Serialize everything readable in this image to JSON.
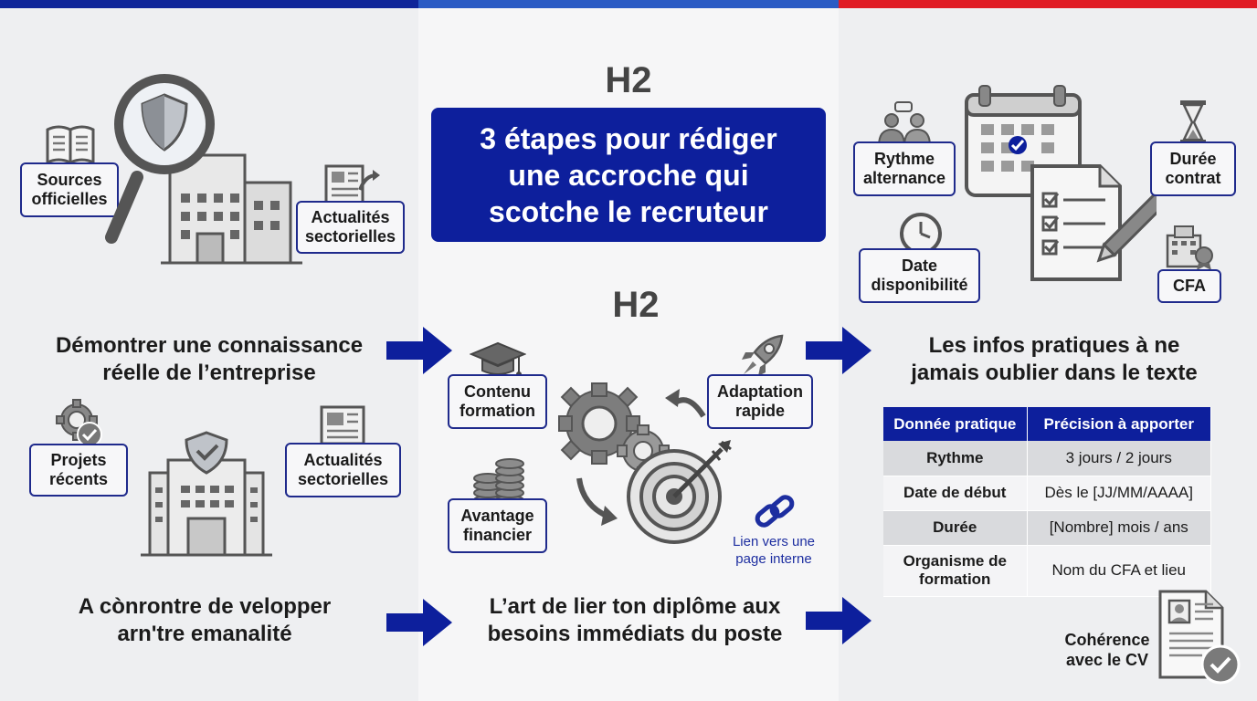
{
  "colors": {
    "navy": "#0d1f9c",
    "blue_bar": "#2a5bc4",
    "red_bar": "#e01b24",
    "dark_bar": "#0f2599"
  },
  "title": {
    "h2_top": "H2",
    "h2_middle": "H2",
    "lines": [
      "3 étapes pour rédiger",
      "une accroche qui",
      "scotche le recruteur"
    ]
  },
  "left": {
    "labels": {
      "sources": [
        "Sources",
        "officielles"
      ],
      "actualites_top": [
        "Actualités",
        "sectorielles"
      ],
      "projets": [
        "Projets",
        "récents"
      ],
      "actualites_bottom": [
        "Actualités",
        "sectorielles"
      ]
    },
    "heading_top": [
      "Démontrer une connaissance",
      "réelle de l’entreprise"
    ],
    "heading_bottom": [
      "A cònrontre de velopper",
      "arn'tre emanalité"
    ],
    "icons": [
      "book-icon",
      "magnifier-shield-icon",
      "building-icon",
      "newspaper-arrow-icon",
      "gear-check-icon",
      "building-shield-icon",
      "newspaper-icon"
    ]
  },
  "middle": {
    "labels": {
      "contenu": [
        "Contenu",
        "formation"
      ],
      "adaptation": [
        "Adaptation",
        "rapide"
      ],
      "avantage": [
        "Avantage",
        "financier"
      ]
    },
    "link_note": [
      "Lien vers une",
      "page interne"
    ],
    "heading_bottom": [
      "L’art de lier ton diplôme aux",
      "besoins immédiats du poste"
    ],
    "icons": [
      "graduation-cap-icon",
      "rocket-icon",
      "coins-icon",
      "gears-target-icon",
      "chain-link-icon"
    ]
  },
  "right": {
    "labels": {
      "rythme": [
        "Rythme",
        "alternance"
      ],
      "duree": [
        "Durée",
        "contrat"
      ],
      "date": [
        "Date",
        "disponibilité"
      ],
      "cfa": [
        "CFA"
      ]
    },
    "heading": [
      "Les infos pratiques à ne",
      "jamais oublier dans le texte"
    ],
    "table": {
      "headers": [
        "Donnée pratique",
        "Précision à apporter"
      ],
      "rows": [
        [
          "Rythme",
          "3 jours / 2 jours"
        ],
        [
          "Date de début",
          "Dès le [JJ/MM/AAAA]"
        ],
        [
          "Durée",
          "[Nombre] mois / ans"
        ],
        [
          "Organisme de formation",
          "Nom du CFA et lieu"
        ]
      ]
    },
    "cv_label": [
      "Cohérence",
      "avec le CV"
    ],
    "icons": [
      "people-icon",
      "calendar-icon",
      "hourglass-icon",
      "checklist-pencil-icon",
      "clock-icon",
      "school-icon",
      "cv-check-icon"
    ]
  }
}
